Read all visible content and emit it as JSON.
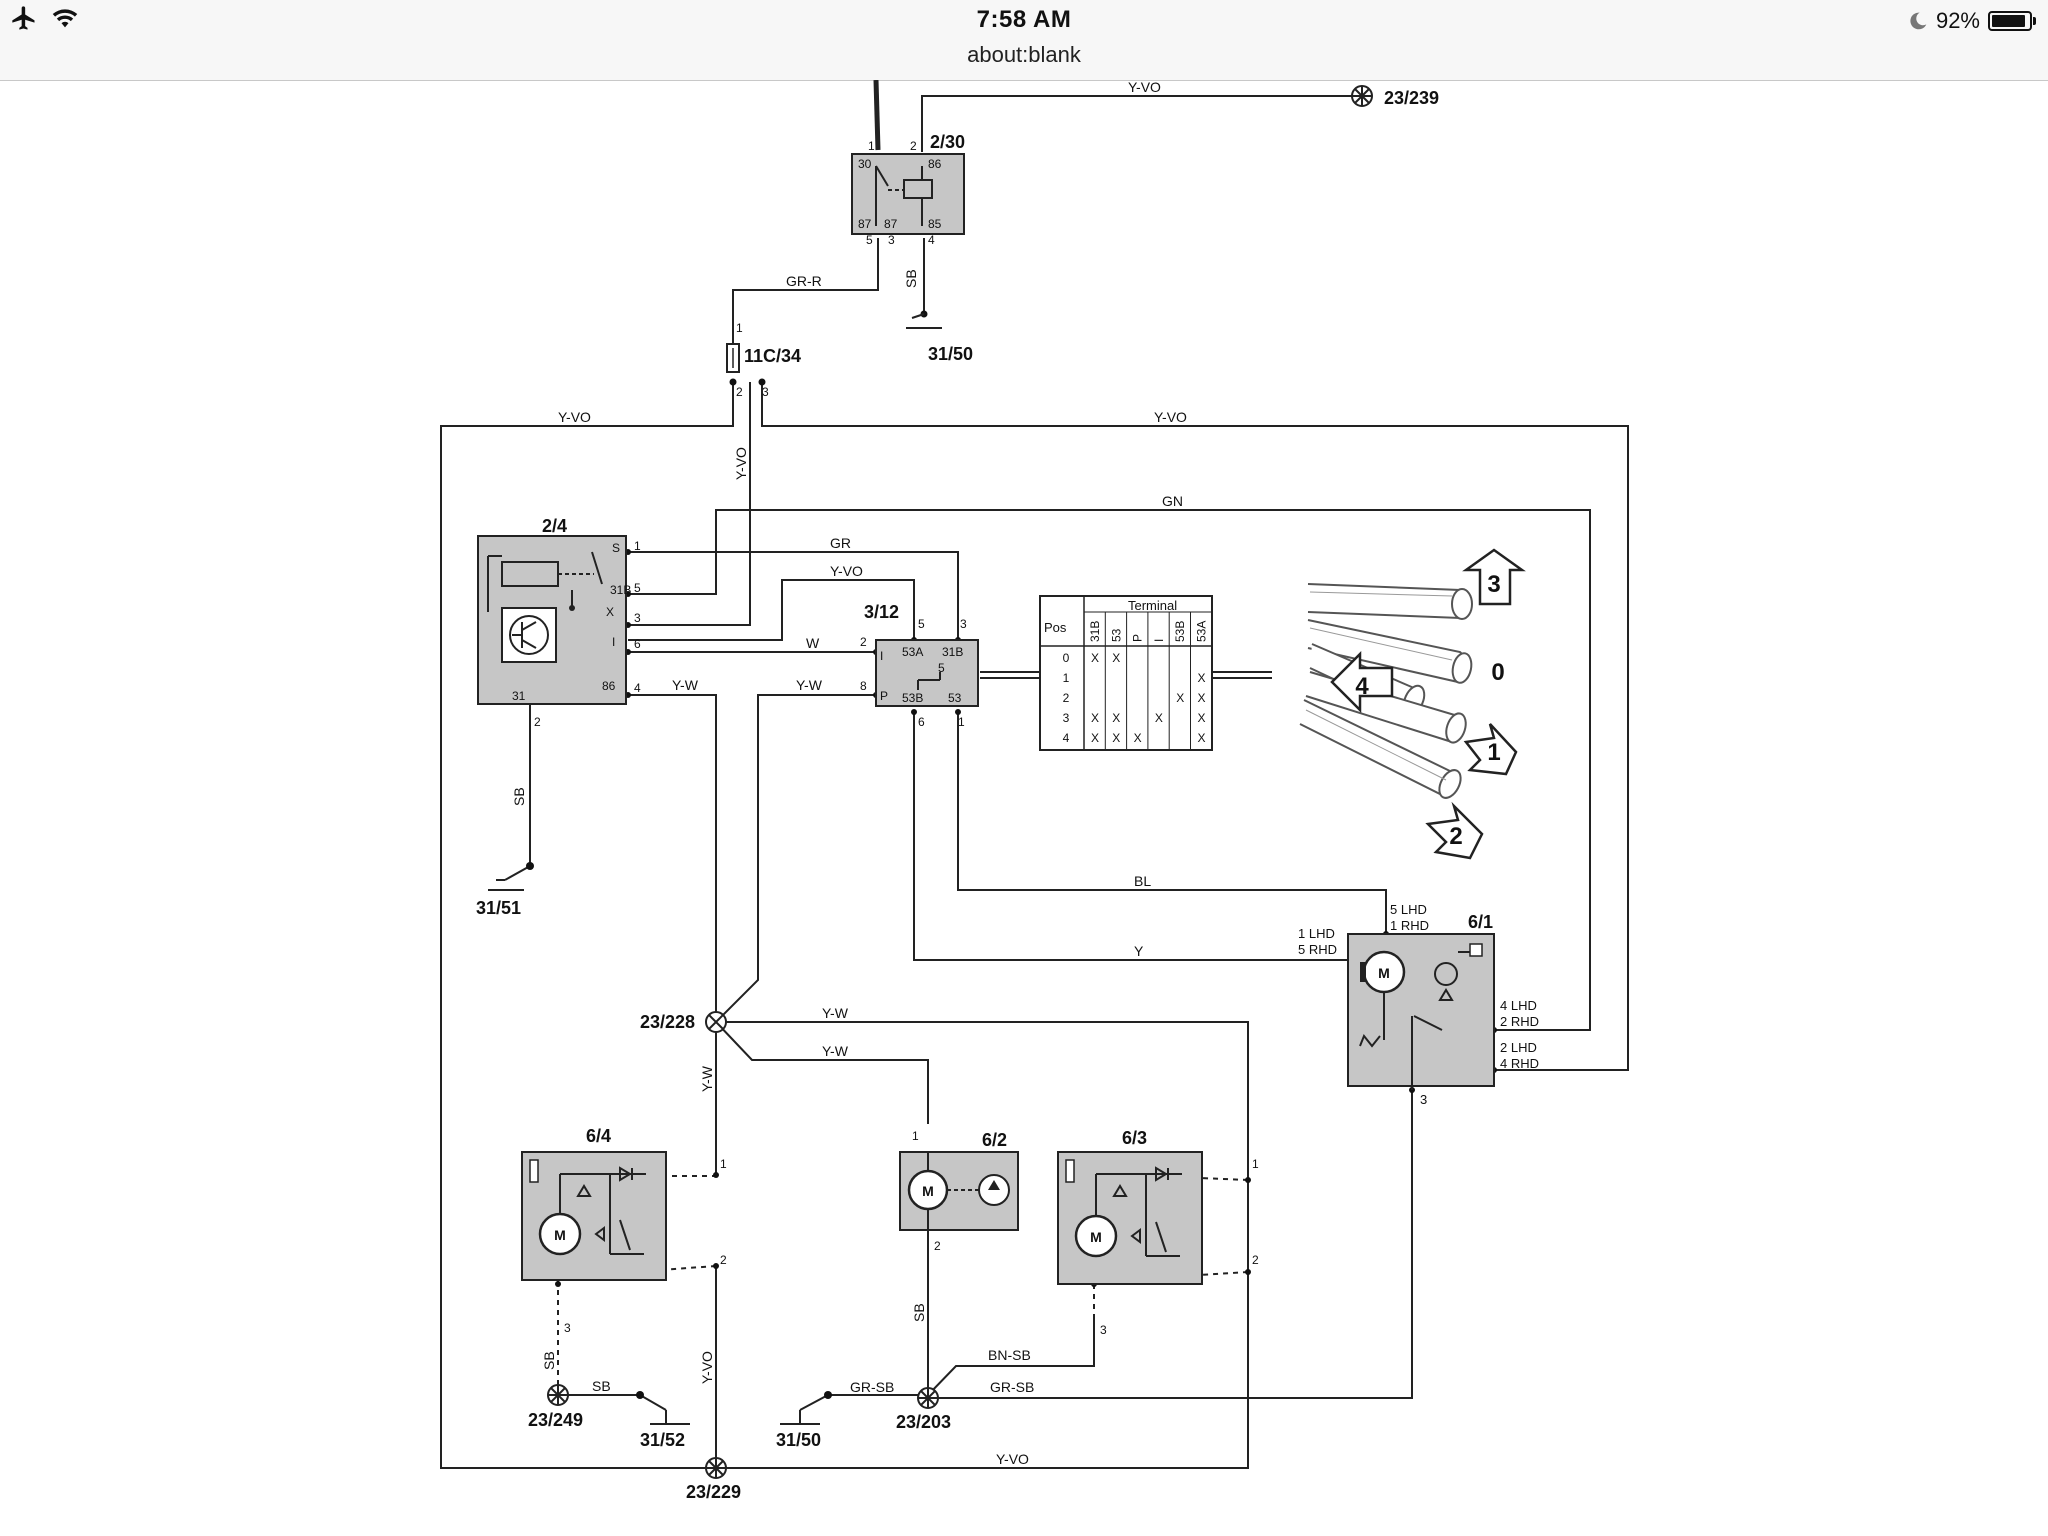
{
  "status": {
    "time": "7:58 AM",
    "url": "about:blank",
    "battery_text": "92%",
    "battery_level": 0.92
  },
  "diagram": {
    "nodes": {
      "n23_239": "23/239",
      "relay": "2/30",
      "n31_50_top": "31/50",
      "fuse": "11C/34",
      "wiper_relay": "2/4",
      "stalk": "3/12",
      "n31_51": "31/51",
      "wiper_motor": "6/1",
      "n23_228": "23/228",
      "m6_4": "6/4",
      "m6_2": "6/2",
      "m6_3": "6/3",
      "n23_249": "23/249",
      "n31_52": "31/52",
      "n31_50_bottom": "31/50",
      "n23_203": "23/203",
      "n23_229": "23/229"
    },
    "wires": {
      "y_vo_top": "Y-VO",
      "gr_r": "GR-R",
      "sb_relay": "SB",
      "y_vo_left": "Y-VO",
      "y_vo_right": "Y-VO",
      "y_vo_vertical": "Y-VO",
      "gn": "GN",
      "gr": "GR",
      "y_vo_stalk": "Y-VO",
      "w": "W",
      "y_w_1": "Y-W",
      "y_w_2": "Y-W",
      "sb_31_51": "SB",
      "bl": "BL",
      "y": "Y",
      "y_w_3": "Y-W",
      "y_w_4": "Y-W",
      "y_w_vertical": "Y-W",
      "sb_6_4": "SB",
      "sb_bottom": "SB",
      "y_vo_lower": "Y-VO",
      "sb_6_2": "SB",
      "bn_sb": "BN-SB",
      "gr_sb_1": "GR-SB",
      "gr_sb_2": "GR-SB",
      "y_vo_bottom": "Y-VO"
    },
    "relay_pins": [
      "1",
      "2",
      "30",
      "86",
      "87",
      "87",
      "85",
      "5",
      "3",
      "4"
    ],
    "fuse_pins": [
      "1",
      "2",
      "3"
    ],
    "wiper_relay_pins": [
      "S",
      "31B",
      "X",
      "I",
      "31",
      "86",
      "1",
      "5",
      "3",
      "6",
      "4",
      "2"
    ],
    "stalk_pins": [
      "53A",
      "31B",
      "5",
      "53B",
      "53",
      "I",
      "P",
      "2",
      "8",
      "5",
      "3",
      "6",
      "1"
    ],
    "motor_pins": {
      "p5lhd": "5 LHD",
      "p1rhd": "1 RHD",
      "p1lhd": "1 LHD",
      "p5rhd": "5 RHD",
      "p4lhd": "4 LHD",
      "p2rhd": "2 RHD",
      "p2lhd": "2 LHD",
      "p4rhd": "4 RHD",
      "p3": "3"
    },
    "motor_letter": "M",
    "small_motor_pins": {
      "m64_1": "1",
      "m64_2": "2",
      "m64_3": "3",
      "m62_1": "1",
      "m62_2": "2",
      "m63_1": "1",
      "m63_2": "2",
      "m63_3": "3"
    },
    "terminal_table": {
      "pos_header": "Pos",
      "terminal_header": "Terminal",
      "columns": [
        "31B",
        "53",
        "P",
        "I",
        "53B",
        "53A"
      ],
      "rows": [
        "0",
        "1",
        "2",
        "3",
        "4"
      ],
      "marks": [
        [
          1,
          1,
          0,
          0,
          0,
          0
        ],
        [
          0,
          0,
          0,
          0,
          0,
          1
        ],
        [
          0,
          0,
          0,
          0,
          1,
          1
        ],
        [
          1,
          1,
          0,
          1,
          0,
          1
        ],
        [
          1,
          1,
          1,
          0,
          0,
          1
        ]
      ],
      "mark_symbol": "X"
    },
    "stalk_positions": [
      "3",
      "0",
      "4",
      "1",
      "2"
    ]
  }
}
